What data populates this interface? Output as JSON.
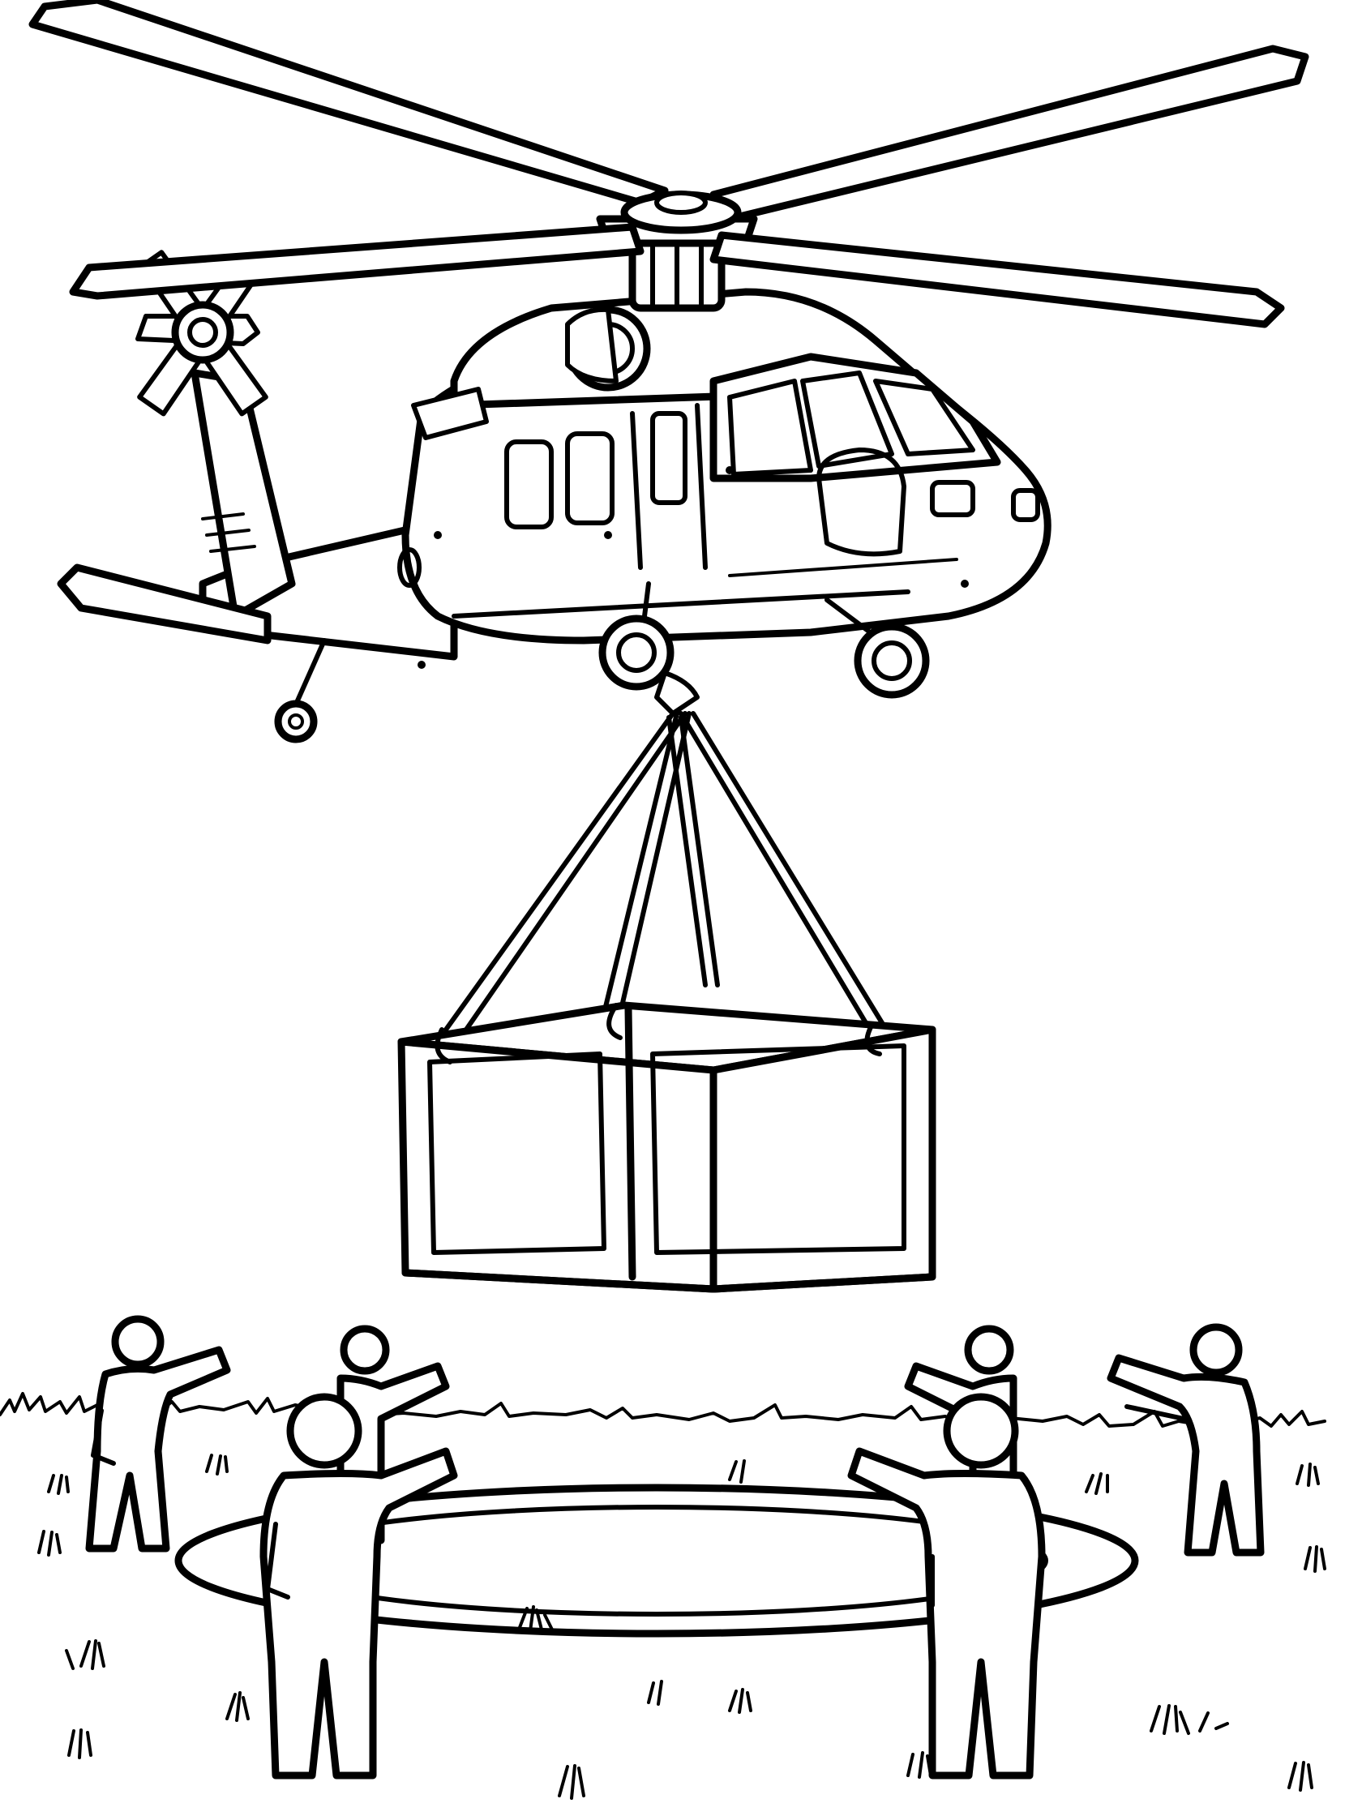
{
  "image": {
    "kind": "line-art coloring page",
    "colors": {
      "ink": "#000000",
      "paper": "#ffffff"
    }
  },
  "subjects": {
    "aircraft": "helicopter",
    "load": "crate",
    "ground_crew_count": 6,
    "landing_zone": "circle"
  },
  "icons": [
    "helicopter-icon",
    "crate-icon",
    "person-icon",
    "grass-icon"
  ]
}
